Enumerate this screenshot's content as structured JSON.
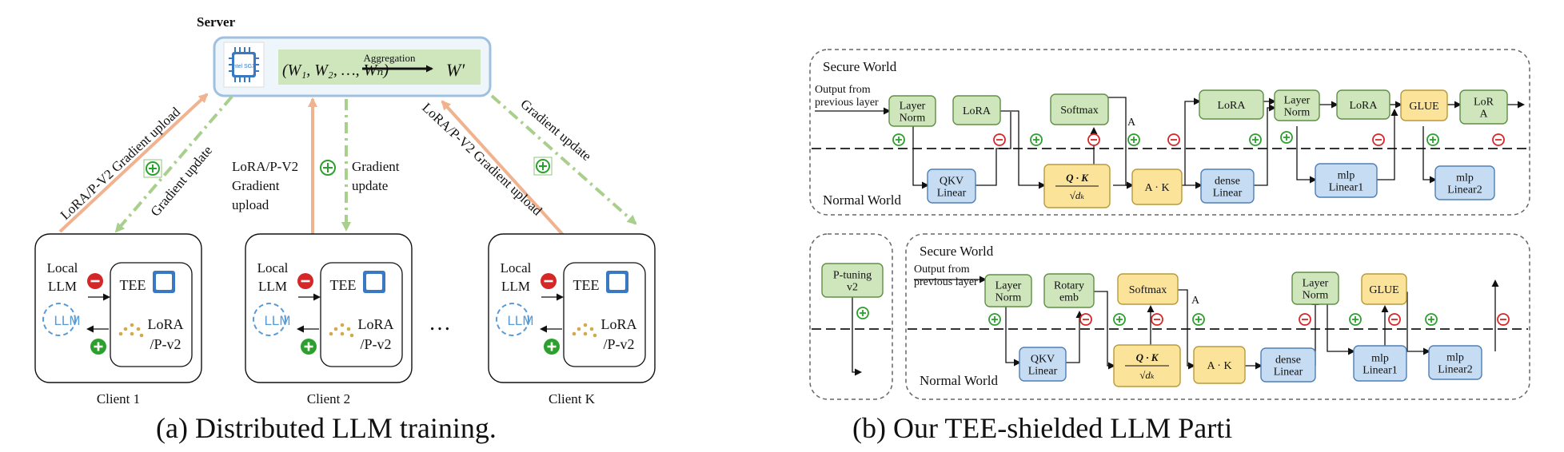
{
  "panel_a": {
    "server_label": "Server",
    "chip_text": "intel SGX",
    "weights_formula": "(W₁, W₂, …, Wₙ)",
    "aggregation_label": "Aggregation",
    "aggregated": "W′",
    "arrow_labels": {
      "left_upload": "LoRA/P-V2 Gradient upload",
      "left_update": "Gradient update",
      "mid_upload": [
        "LoRA/P-V2",
        "Gradient",
        "upload"
      ],
      "mid_update": [
        "Gradient",
        "update"
      ],
      "right_upload": "LoRA/P-V2 Gradient upload",
      "right_update": "Gradient update"
    },
    "client_local": [
      "Local",
      "LLM"
    ],
    "client_tee": "TEE",
    "client_lora": [
      "LoRA",
      "/P-v2"
    ],
    "llm_logo_text": "LLM",
    "clients": [
      "Client 1",
      "Client 2",
      "Client K"
    ],
    "ellipsis": "…",
    "caption": "(a) Distributed LLM training.",
    "plus": "+",
    "minus": "−"
  },
  "panel_b": {
    "secure_world": "Secure World",
    "normal_world": "Normal World",
    "output_from": [
      "Output from",
      "previous layer"
    ],
    "a_label": "A",
    "top_blocks": {
      "layer_norm": [
        "Layer",
        "Norm"
      ],
      "lora": "LoRA",
      "softmax": "Softmax",
      "lora2": "LoRA",
      "layer_norm2": [
        "Layer",
        "Norm"
      ],
      "lora3": "LoRA",
      "glue": "GLUE",
      "lora4": [
        "LoR",
        "A"
      ],
      "qkv": [
        "QKV",
        "Linear"
      ],
      "qk_top": "Q · K",
      "qk_bot": "√dₖ",
      "ak": "A · K",
      "dense": [
        "dense",
        "Linear"
      ],
      "mlp1": [
        "mlp",
        "Linear1"
      ],
      "mlp2": [
        "mlp",
        "Linear2"
      ]
    },
    "bottom_blocks": {
      "ptuning": [
        "P-tuning",
        "v2"
      ],
      "layer_norm": [
        "Layer",
        "Norm"
      ],
      "rotary": [
        "Rotary",
        "emb"
      ],
      "softmax": "Softmax",
      "layer_norm2": [
        "Layer",
        "Norm"
      ],
      "glue": "GLUE",
      "qkv": [
        "QKV",
        "Linear"
      ],
      "qk_top": "Q · K",
      "qk_bot": "√dₖ",
      "ak": "A · K",
      "dense": [
        "dense",
        "Linear"
      ],
      "mlp1": [
        "mlp",
        "Linear1"
      ],
      "mlp2": [
        "mlp",
        "Linear2"
      ]
    },
    "caption": "(b) Our TEE-shielded LLM Parti"
  },
  "colors": {
    "green_fill": "#cfe6bd",
    "green_stroke": "#5f8f45",
    "blue_fill": "#c6dcf2",
    "blue_stroke": "#4f7fb5",
    "yellow_fill": "#fbe49a",
    "yellow_stroke": "#b89a3a",
    "upload_arrow": "#f0b28f",
    "update_arrow": "#a9cf8c",
    "server_border": "#9fc0de",
    "plus_green": "#2ca02c",
    "minus_red": "#d62728"
  }
}
